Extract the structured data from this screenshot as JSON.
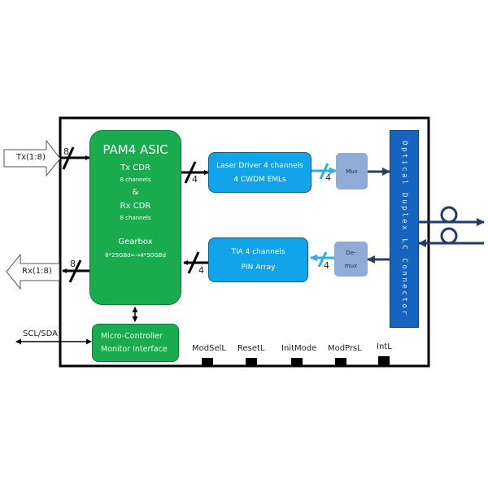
{
  "asic": {
    "title": "PAM4 ASIC",
    "tx_cdr": "Tx CDR",
    "tx_channels": "8 channels",
    "amp": "&",
    "rx_cdr": "Rx CDR",
    "rx_channels": "8 channels",
    "gearbox": "Gearbox",
    "gearbox_rates": "8*25GBd←→4*50GBd"
  },
  "mcu": {
    "line1": "Micro-Controller",
    "line2": "Monitor Interface"
  },
  "laser": {
    "line1": "Laser Driver 4 channels",
    "line2": "4 CWDM EMLs"
  },
  "tia": {
    "line1": "TIA 4 channels",
    "line2": "PIN Array"
  },
  "mux": {
    "label": "Mux"
  },
  "demux": {
    "line1": "De-",
    "line2": "mux"
  },
  "connector": {
    "label": "Optical Duplex LC Connector"
  },
  "ports": {
    "tx": "Tx(1:8)",
    "rx": "Rx(1:8)",
    "i2c": "SCL/SDA"
  },
  "bus_widths": {
    "tx_in": "8",
    "rx_out": "8",
    "to_laser": "4",
    "from_tia": "4",
    "laser_to_mux": "4",
    "demux_to_tia": "4"
  },
  "pins": [
    "ModSelL",
    "ResetL",
    "InitMode",
    "ModPrsL",
    "IntL"
  ],
  "colors": {
    "asic_green": "#19ab4d",
    "driver_blue": "#12a3e8",
    "mux_grey_blue": "#8eacd6",
    "connector_blue": "#1565c0",
    "fiber_navy": "#1f3a6b"
  }
}
